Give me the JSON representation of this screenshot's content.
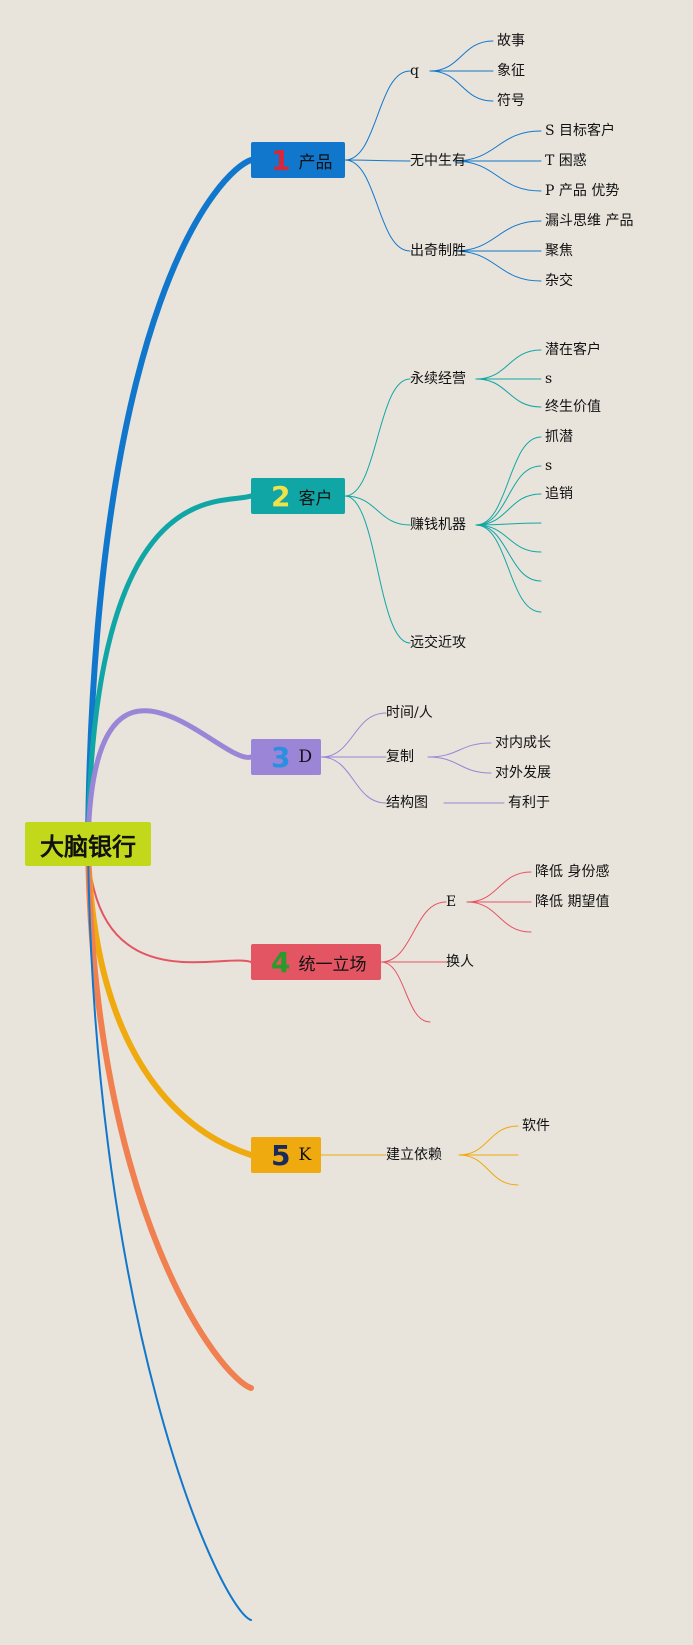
{
  "root": {
    "label": "大脑银行",
    "color": "#c2d81a"
  },
  "branches": [
    {
      "num": "1",
      "label": "产品",
      "color": "#1177cc",
      "num_color": "#d6283b",
      "children": [
        {
          "label": "q",
          "children": [
            "故事",
            "象征",
            "符号"
          ]
        },
        {
          "label": "无中生有",
          "children": [
            "S 目标客户",
            "T 困惑",
            "P 产品 优势"
          ]
        },
        {
          "label": "出奇制胜",
          "children": [
            "漏斗思维 产品",
            "聚焦",
            "杂交"
          ]
        }
      ]
    },
    {
      "num": "2",
      "label": "客户",
      "color": "#10a6a6",
      "num_color": "#f1e24a",
      "children": [
        {
          "label": "永续经营",
          "children": [
            "潜在客户",
            "s",
            "终生价值"
          ]
        },
        {
          "label": "赚钱机器",
          "children": [
            "抓潜",
            "s",
            "追销",
            "",
            "",
            "",
            ""
          ]
        },
        {
          "label": "远交近攻",
          "children": []
        }
      ]
    },
    {
      "num": "3",
      "label": "D",
      "color": "#9a85d6",
      "num_color": "#2a8fe0",
      "children": [
        {
          "label": "时间/人",
          "children": []
        },
        {
          "label": "复制",
          "children": [
            "对内成长",
            "对外发展"
          ]
        },
        {
          "label": "结构图",
          "children": [
            "有利于"
          ]
        }
      ]
    },
    {
      "num": "4",
      "label": "统一立场",
      "color": "#e45563",
      "num_color": "#2a9a2a",
      "children": [
        {
          "label": "E",
          "children": [
            "降低 身份感",
            "降低 期望值",
            ""
          ]
        },
        {
          "label": "换人",
          "children": []
        },
        {
          "label": "",
          "children": []
        }
      ]
    },
    {
      "num": "5",
      "label": "K",
      "color": "#eeaa0e",
      "num_color": "#1a2a5a",
      "children": [
        {
          "label": "建立依赖",
          "children": [
            "软件",
            "",
            ""
          ]
        }
      ]
    },
    {
      "num": "",
      "label": "",
      "color": "#f08050",
      "children": []
    },
    {
      "num": "",
      "label": "",
      "color": "#1177cc",
      "children": []
    }
  ]
}
